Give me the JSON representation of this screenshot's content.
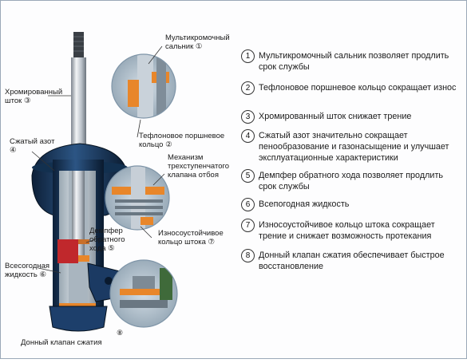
{
  "labels": {
    "seal": "Мультикромочный\nсальник ①",
    "rod": "Хромированный\nшток   ③",
    "gas": "Сжатый азот\n④",
    "teflon": "Тефлоновое поршневое\nкольцо ②",
    "valve": "Механизм\nтрехступенчатого\nклапана отбоя",
    "damper": "Демпфер\nобратного\nхода ⑤",
    "ring": "Износоустойчивое\nкольцо штока ⑦",
    "fluid": "Всесогодная\nжидкость ⑥",
    "base": "Донный клапан сжатия",
    "base_num": "⑧"
  },
  "legend": [
    {
      "num": "1",
      "text": "Мультикромочный сальник позволяет продлить срок службы"
    },
    {
      "num": "2",
      "text": "Тефлоновое поршневое кольцо сокращает износ"
    },
    {
      "num": "3",
      "text": "Хромированный шток снижает трение"
    },
    {
      "num": "4",
      "text": "Сжатый азот значительно сокращает пенообразование и газонасыщение и улучшает эксплуатационные характеристики"
    },
    {
      "num": "5",
      "text": "Демпфер обратного хода позволяет продлить срок службы"
    },
    {
      "num": "6",
      "text": "Всепогодная жидкость"
    },
    {
      "num": "7",
      "text": "Износоустойчивое кольцо штока сокращает трение и снижает возможность протекания"
    },
    {
      "num": "8",
      "text": "Донный клапан сжатия обеспечивает быстрое восстановление"
    }
  ],
  "colors": {
    "body": "#1d3f6b",
    "body_dark": "#0f2440",
    "rod": "#d8dde3",
    "sticker": "#c0282c",
    "callout_orange": "#e8862a",
    "inset_bg": "#b7c7d3"
  }
}
